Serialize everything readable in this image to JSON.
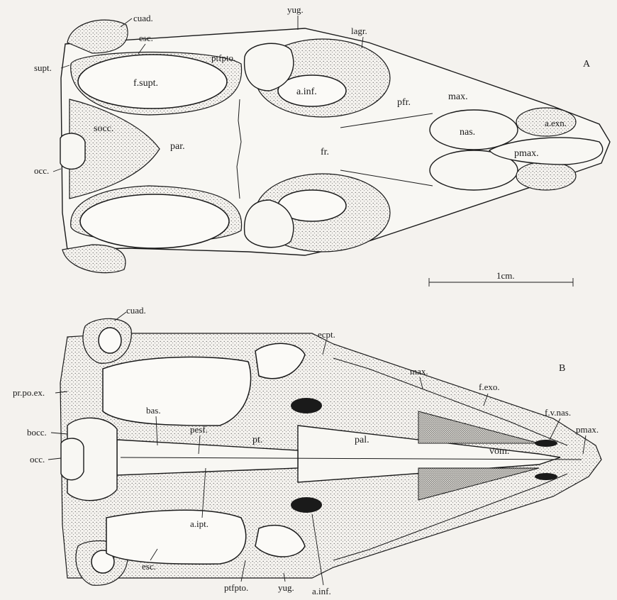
{
  "panel_a": {
    "letter": "A",
    "scale_bar": "1cm.",
    "labels": {
      "cuad": "cuad.",
      "esc": "esc.",
      "supt": "supt.",
      "yug": "yug.",
      "lagr": "lagr.",
      "ptfpto": "ptfpto.",
      "f_supt": "f.supt.",
      "a_inf": "a.inf.",
      "socc": "socc.",
      "par": "par.",
      "fr": "fr.",
      "pfr": "pfr.",
      "max": "max.",
      "nas": "nas.",
      "a_exn": "a.exn.",
      "pmax": "pmax.",
      "occ": "occ."
    }
  },
  "panel_b": {
    "letter": "B",
    "labels": {
      "cuad": "cuad.",
      "ecpt": "ecpt.",
      "max": "max.",
      "fexo": "f.exo.",
      "pr_po_ex": "pr.po.ex.",
      "bas": "bas.",
      "pesf": "pesf.",
      "f_v_nas": "f.v.nas.",
      "pmax": "pmax.",
      "bocc": "bocc.",
      "pt": "pt.",
      "pal": "pal.",
      "vom": "vom.",
      "occ": "occ.",
      "a_ipt": "a.ipt.",
      "esc": "esc.",
      "ptfpto": "ptfpto.",
      "yug": "yug.",
      "a_inf": "a.inf."
    }
  }
}
